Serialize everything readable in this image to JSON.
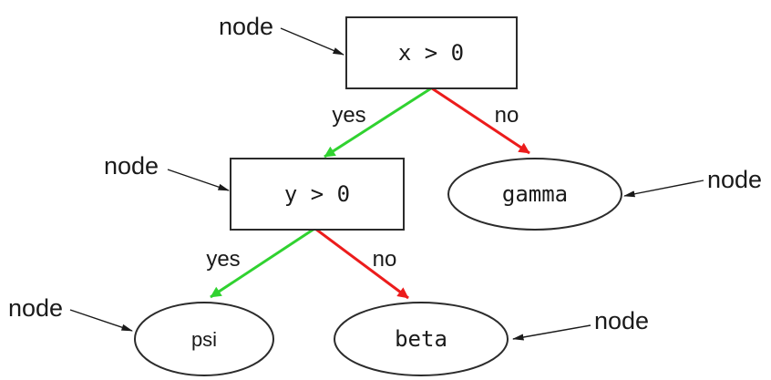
{
  "nodes": {
    "root": "x > 0",
    "inner": "y > 0",
    "leaf_gamma": "gamma",
    "leaf_psi": "psi",
    "leaf_beta": "beta"
  },
  "edge_labels": {
    "root_yes": "yes",
    "root_no": "no",
    "inner_yes": "yes",
    "inner_no": "no"
  },
  "annotation_label": "node",
  "colors": {
    "yes_edge": "#30d230",
    "no_edge": "#ec1c1c",
    "shape_border": "#2b2b2b",
    "text": "#1a1a1a",
    "annotation_arrow": "#1a1a1a",
    "background": "#ffffff"
  }
}
